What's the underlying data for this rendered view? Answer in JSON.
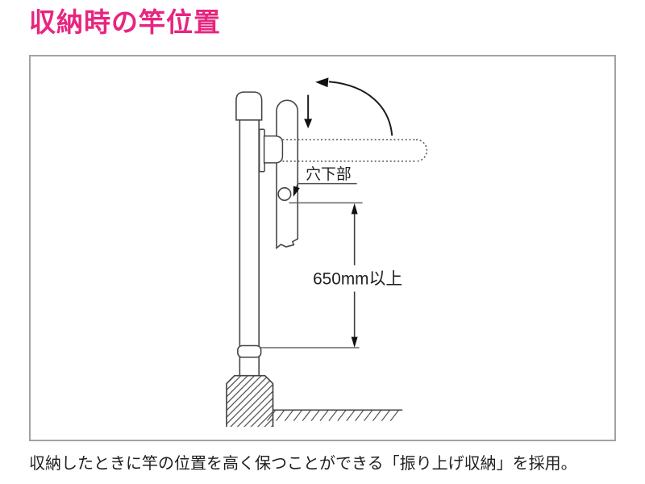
{
  "page": {
    "title": "収納時の竿位置",
    "caption": "収納したときに竿の位置を高く保つことができる「振り上げ収納」を採用。"
  },
  "diagram": {
    "hole_label": "穴下部",
    "dimension_label": "650mm以上"
  },
  "colors": {
    "accent_pink": "#e8257f",
    "outline": "#454545",
    "dimension_line": "#666666",
    "arrow_fill": "#111111",
    "box_border": "#a2a2a2",
    "text": "#1f1f1f"
  }
}
